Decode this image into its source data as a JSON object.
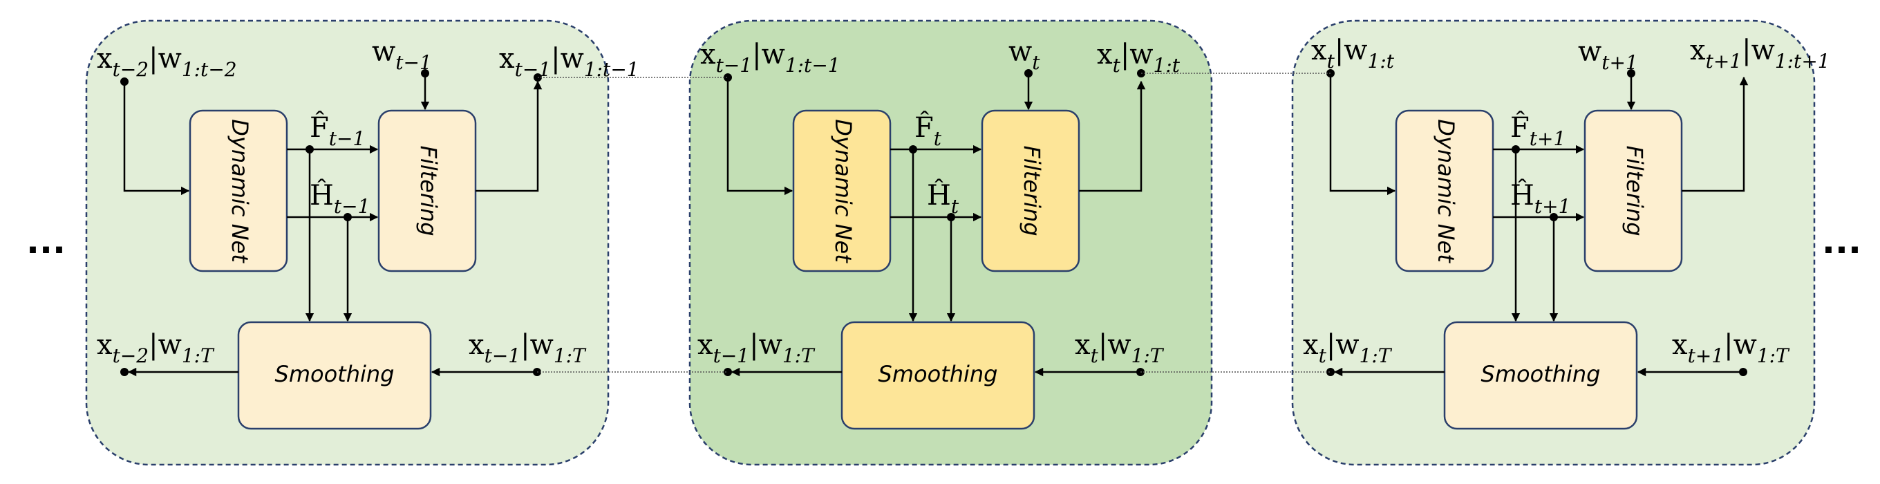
{
  "box_titles": {
    "dynamic": "Dynamic Net",
    "filtering": "Filtering",
    "smoothing": "Smoothing"
  },
  "ellipsis": {
    "left": "...",
    "right": "..."
  },
  "panels": [
    {
      "variant": "light",
      "in_filt": {
        "b": "x",
        "bs": "t−2",
        "m": "|w",
        "ms": "1:t−2"
      },
      "w": {
        "b": "w",
        "bs": "t−1"
      },
      "out_filt": {
        "b": "x",
        "bs": "t−1",
        "m": "|w",
        "ms": "1:t−1"
      },
      "F": {
        "b": "F̂",
        "bs": "t−1"
      },
      "H": {
        "b": "Ĥ",
        "bs": "t−1"
      },
      "out_smooth": {
        "b": "x",
        "bs": "t−2",
        "m": "|w",
        "ms": "1:T"
      },
      "in_smooth": {
        "b": "x",
        "bs": "t−1",
        "m": "|w",
        "ms": "1:T"
      }
    },
    {
      "variant": "dark",
      "in_filt": {
        "b": "x",
        "bs": "t−1",
        "m": "|w",
        "ms": "1:t−1"
      },
      "w": {
        "b": "w",
        "bs": "t"
      },
      "out_filt": {
        "b": "x",
        "bs": "t",
        "m": "|w",
        "ms": "1:t"
      },
      "F": {
        "b": "F̂",
        "bs": "t"
      },
      "H": {
        "b": "Ĥ",
        "bs": "t"
      },
      "out_smooth": {
        "b": "x",
        "bs": "t−1",
        "m": "|w",
        "ms": "1:T"
      },
      "in_smooth": {
        "b": "x",
        "bs": "t",
        "m": "|w",
        "ms": "1:T"
      }
    },
    {
      "variant": "light",
      "in_filt": {
        "b": "x",
        "bs": "t",
        "m": "|w",
        "ms": "1:t"
      },
      "w": {
        "b": "w",
        "bs": "t+1"
      },
      "out_filt": {
        "b": "x",
        "bs": "t+1",
        "m": "|w",
        "ms": "1:t+1"
      },
      "F": {
        "b": "F̂",
        "bs": "t+1"
      },
      "H": {
        "b": "Ĥ",
        "bs": "t+1"
      },
      "out_smooth": {
        "b": "x",
        "bs": "t",
        "m": "|w",
        "ms": "1:T"
      },
      "in_smooth": {
        "b": "x",
        "bs": "t+1",
        "m": "|w",
        "ms": "1:T"
      }
    }
  ]
}
